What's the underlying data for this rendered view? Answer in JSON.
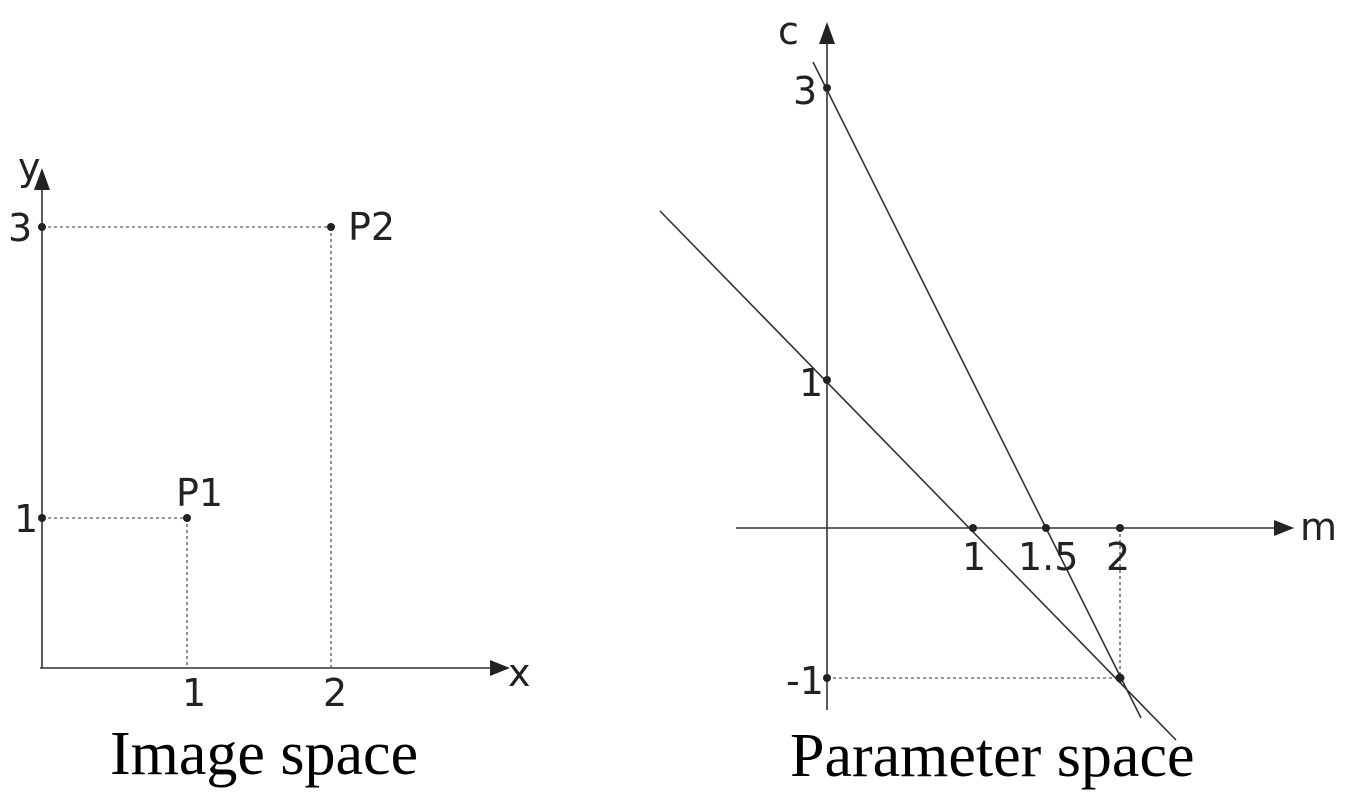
{
  "image_space": {
    "caption": "Image space",
    "x_axis_label": "x",
    "y_axis_label": "y",
    "x_ticks": [
      "1",
      "2"
    ],
    "y_ticks": [
      "1",
      "3"
    ],
    "points": [
      {
        "label": "P1",
        "x": 1,
        "y": 1
      },
      {
        "label": "P2",
        "x": 2,
        "y": 3
      }
    ]
  },
  "parameter_space": {
    "caption": "Parameter space",
    "m_axis_label": "m",
    "c_axis_label": "c",
    "m_ticks": [
      "1",
      "1.5",
      "2"
    ],
    "c_ticks": [
      "3",
      "1",
      "-1"
    ],
    "lines": [
      {
        "equation_slope": -1,
        "equation_intercept": 1
      },
      {
        "equation_slope": -2,
        "equation_intercept": 3
      }
    ],
    "intersection": {
      "m": 2,
      "c": -1
    }
  },
  "colors": {
    "ink": "#222222",
    "background": "#ffffff"
  }
}
